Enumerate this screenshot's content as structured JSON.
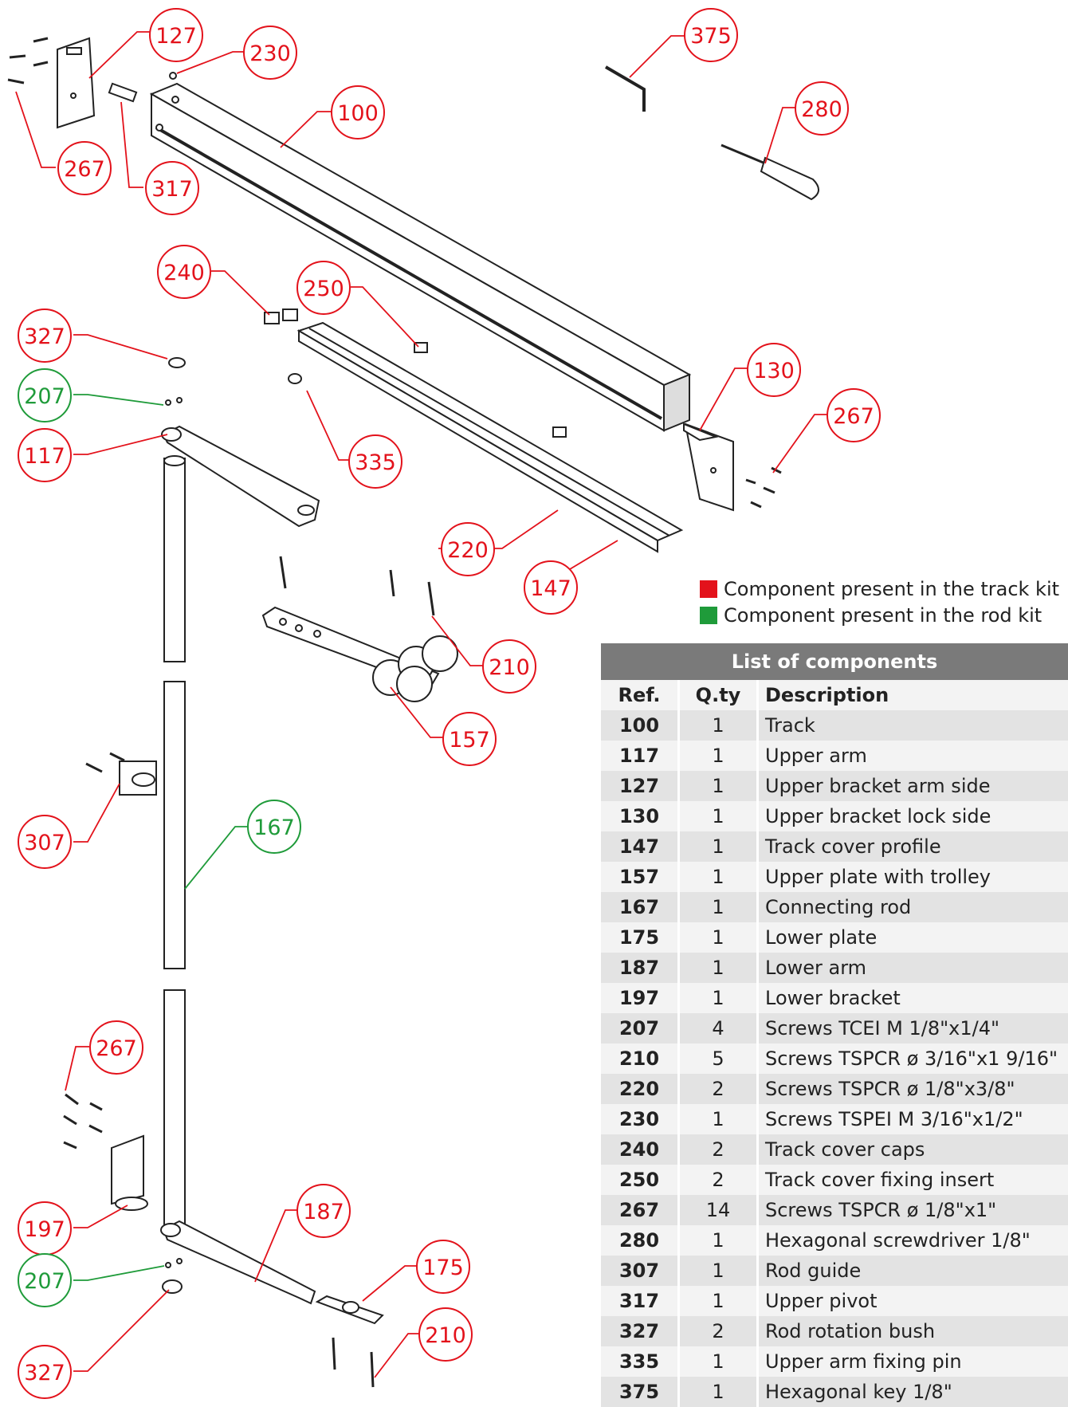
{
  "callouts": {
    "c127": "127",
    "c230": "230",
    "c375": "375",
    "c100": "100",
    "c280": "280",
    "c267a": "267",
    "c317": "317",
    "c240": "240",
    "c250": "250",
    "c327a": "327",
    "c207a": "207",
    "c130": "130",
    "c267b": "267",
    "c117": "117",
    "c335": "335",
    "c220": "220",
    "c147": "147",
    "c210a": "210",
    "c157": "157",
    "c167": "167",
    "c307": "307",
    "c267c": "267",
    "c197": "197",
    "c187": "187",
    "c175": "175",
    "c207b": "207",
    "c327b": "327",
    "c210b": "210"
  },
  "legend": {
    "track": "Component present in the track kit",
    "rod": "Component present in the rod kit"
  },
  "colors": {
    "track_kit": "#e3121b",
    "rod_kit": "#1f9b3a",
    "table_header": "#7a7a7a"
  },
  "table": {
    "title": "List of components",
    "headers": [
      "Ref.",
      "Q.ty",
      "Description"
    ],
    "rows": [
      [
        "100",
        "1",
        "Track"
      ],
      [
        "117",
        "1",
        "Upper arm"
      ],
      [
        "127",
        "1",
        "Upper bracket arm side"
      ],
      [
        "130",
        "1",
        "Upper bracket lock side"
      ],
      [
        "147",
        "1",
        "Track cover profile"
      ],
      [
        "157",
        "1",
        "Upper plate with trolley"
      ],
      [
        "167",
        "1",
        "Connecting rod"
      ],
      [
        "175",
        "1",
        "Lower plate"
      ],
      [
        "187",
        "1",
        "Lower arm"
      ],
      [
        "197",
        "1",
        "Lower bracket"
      ],
      [
        "207",
        "4",
        "Screws TCEI M 1/8\"x1/4\""
      ],
      [
        "210",
        "5",
        "Screws TSPCR ø 3/16\"x1 9/16\""
      ],
      [
        "220",
        "2",
        "Screws TSPCR ø 1/8\"x3/8\""
      ],
      [
        "230",
        "1",
        "Screws TSPEI M 3/16\"x1/2\""
      ],
      [
        "240",
        "2",
        "Track cover caps"
      ],
      [
        "250",
        "2",
        "Track cover fixing insert"
      ],
      [
        "267",
        "14",
        "Screws TSPCR ø 1/8\"x1\""
      ],
      [
        "280",
        "1",
        "Hexagonal screwdriver 1/8\""
      ],
      [
        "307",
        "1",
        "Rod guide"
      ],
      [
        "317",
        "1",
        "Upper pivot"
      ],
      [
        "327",
        "2",
        "Rod rotation bush"
      ],
      [
        "335",
        "1",
        "Upper arm fixing pin"
      ],
      [
        "375",
        "1",
        "Hexagonal key 1/8\""
      ]
    ]
  }
}
